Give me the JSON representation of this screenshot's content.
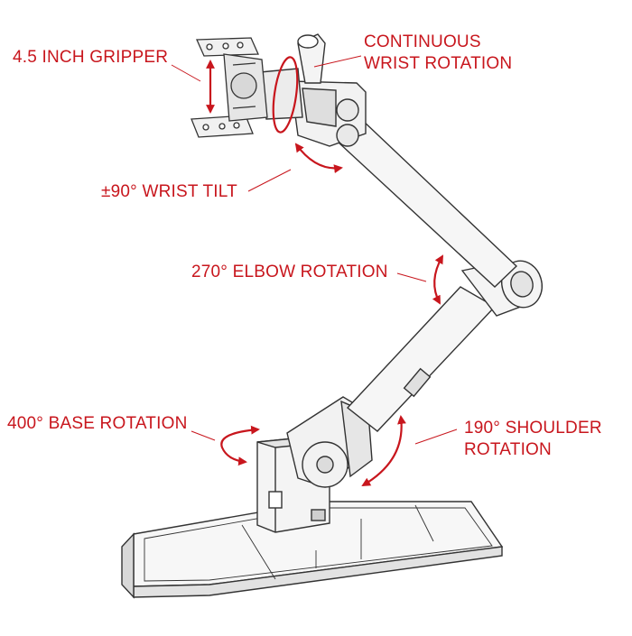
{
  "colors": {
    "annotation": "#c8161d",
    "outline": "#333333",
    "surface": "#f7f7f7",
    "shade": "#dcdcdc"
  },
  "labels": {
    "gripper": "4.5 INCH GRIPPER",
    "wrist_rotation_line1": "CONTINUOUS",
    "wrist_rotation_line2": "WRIST ROTATION",
    "wrist_tilt": "±90° WRIST TILT",
    "elbow_rotation": "270° ELBOW ROTATION",
    "base_rotation": "400° BASE ROTATION",
    "shoulder_rotation_line1": "190° SHOULDER",
    "shoulder_rotation_line2": "ROTATION"
  }
}
